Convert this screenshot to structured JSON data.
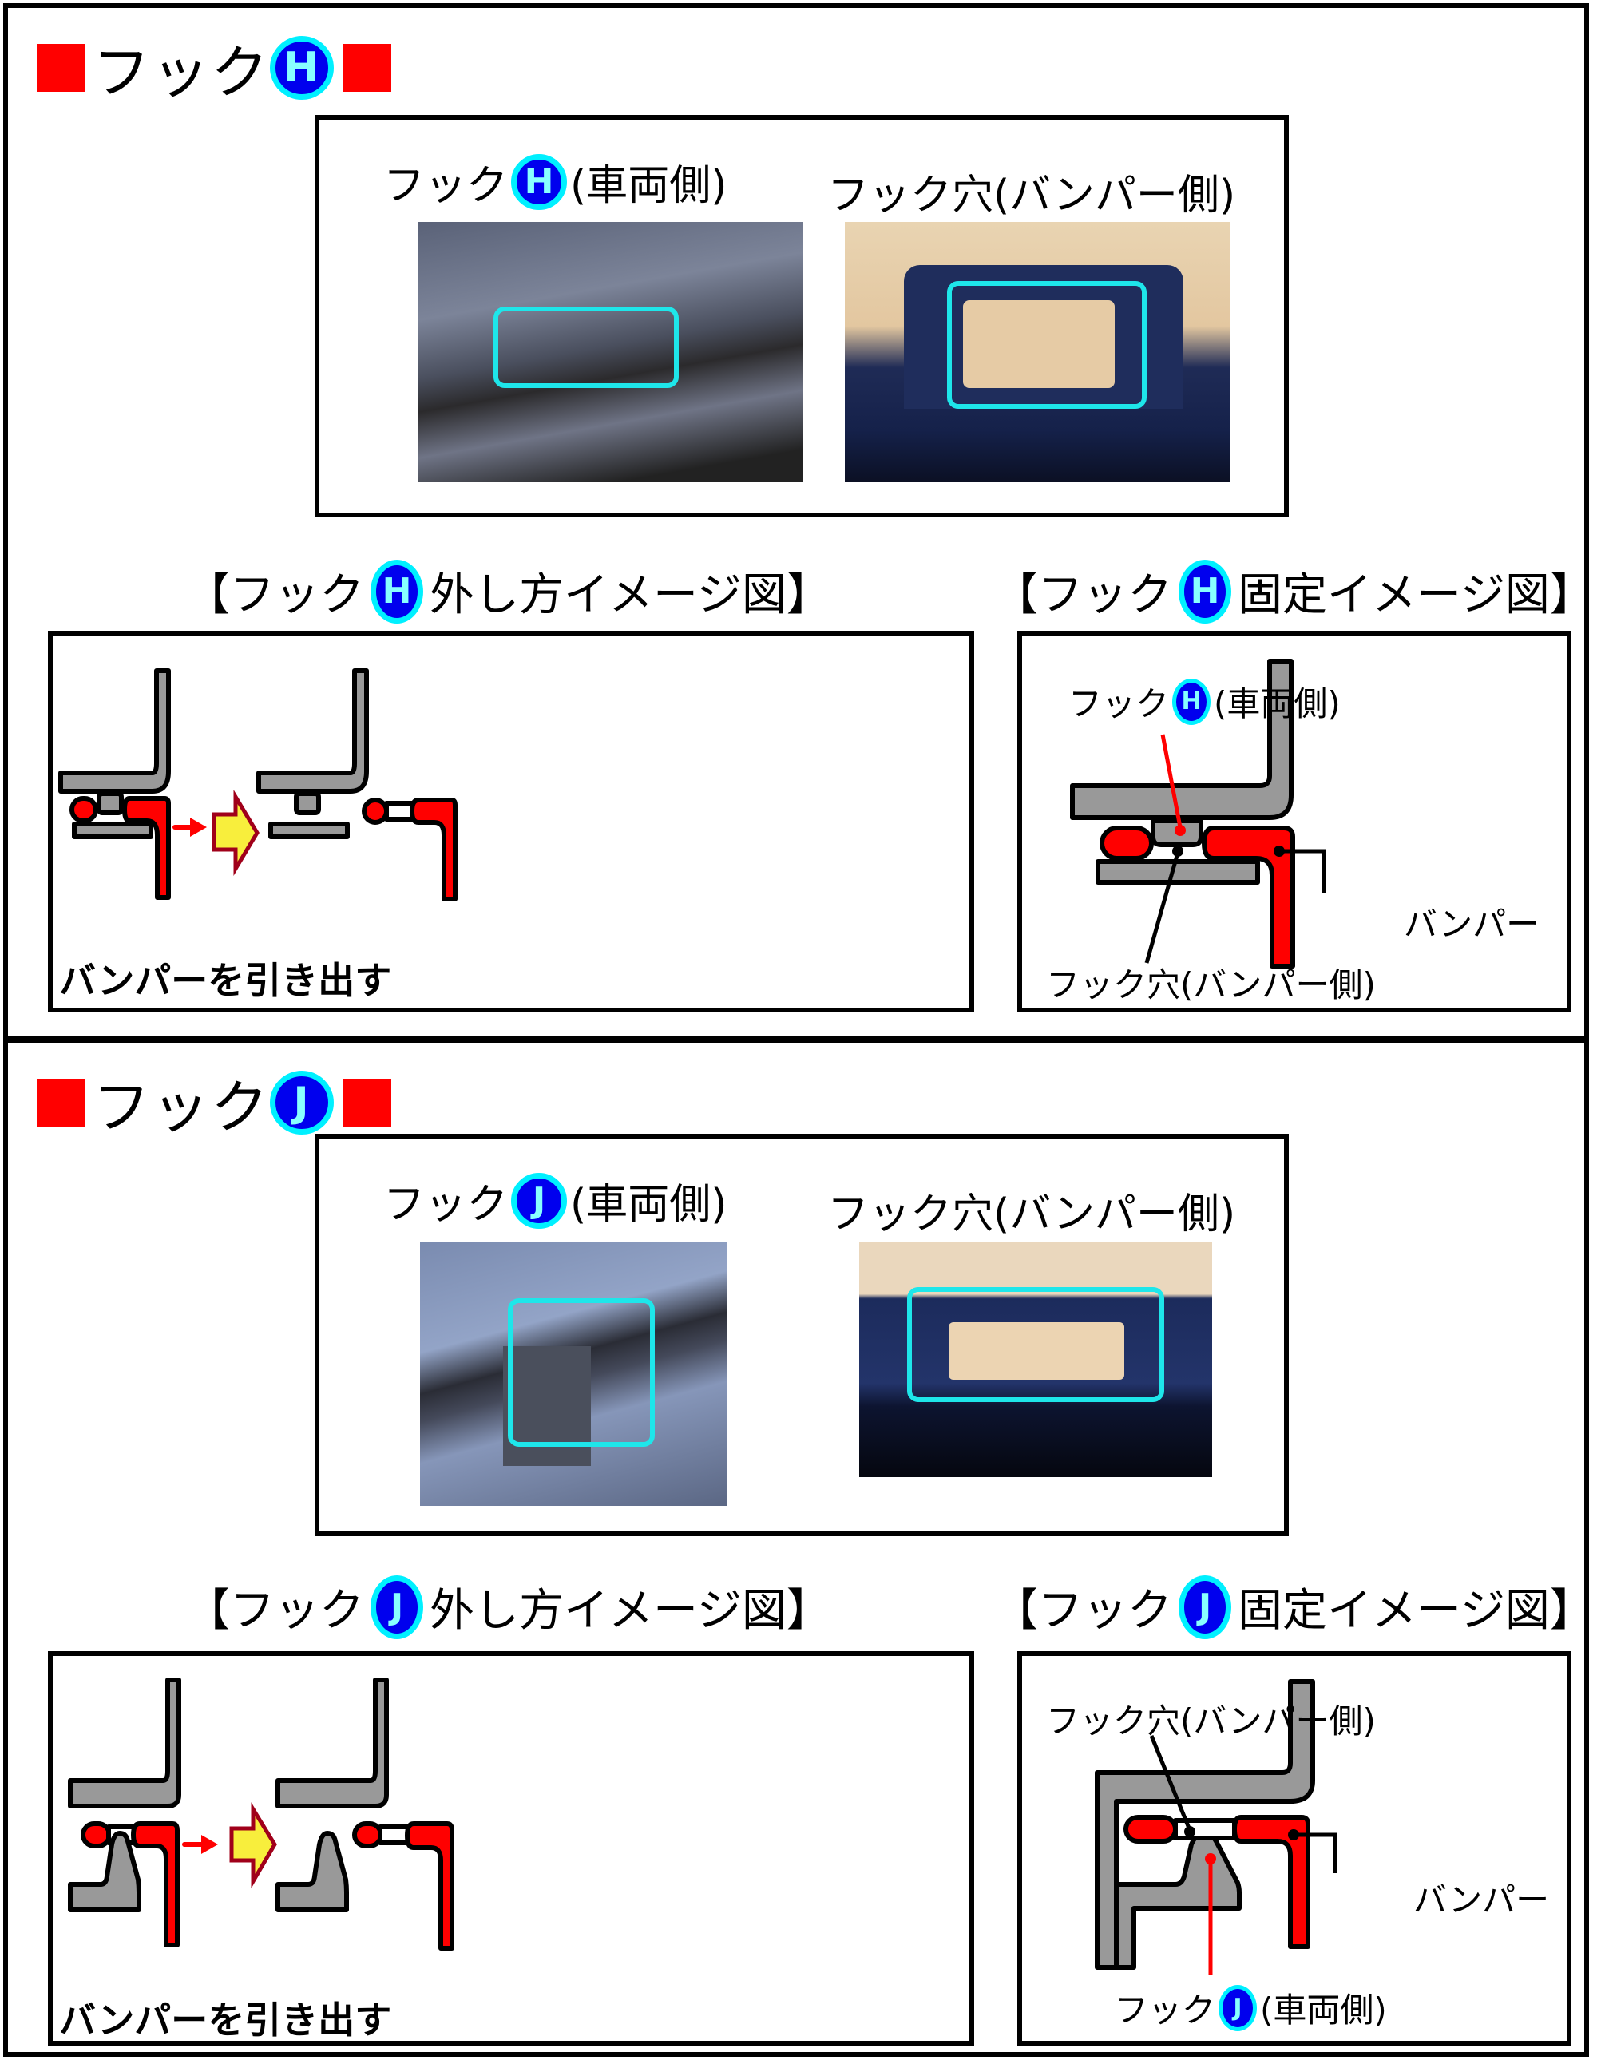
{
  "sections": [
    {
      "id": "H",
      "title": "フック",
      "badge": "H",
      "photos": {
        "vehicle_caption_prefix": "フック",
        "vehicle_caption_suffix": "(車両側)",
        "bumper_caption": "フック穴(バンパー側)"
      },
      "removal": {
        "heading_prefix": "【フック",
        "heading_suffix": "外し方イメージ図】",
        "instruction": "バンパーを引き出す"
      },
      "fixed": {
        "heading_prefix": "【フック",
        "heading_suffix": "固定イメージ図】",
        "hook_label_prefix": "フック",
        "hook_label_suffix": "(車両側)",
        "hole_label": "フック穴(バンパー側)",
        "bumper_label": "バンパー"
      }
    },
    {
      "id": "J",
      "title": "フック",
      "badge": "J",
      "photos": {
        "vehicle_caption_prefix": "フック",
        "vehicle_caption_suffix": "(車両側)",
        "bumper_caption": "フック穴(バンパー側)"
      },
      "removal": {
        "heading_prefix": "【フック",
        "heading_suffix": "外し方イメージ図】",
        "instruction": "バンパーを引き出す"
      },
      "fixed": {
        "heading_prefix": "【フック",
        "heading_suffix": "固定イメージ図】",
        "hook_label_prefix": "フック",
        "hook_label_suffix": "(車両側)",
        "hole_label": "フック穴(バンパー側)",
        "bumper_label": "バンパー"
      }
    }
  ],
  "colors": {
    "vehicle_part": "#999999",
    "bumper_part": "#ff0000",
    "highlight": "#1ee6ea",
    "badge_fill": "#0000ee",
    "badge_ring": "#00f0ff",
    "arrow_fill": "#f8ee3c",
    "arrow_stroke": "#a0001a"
  }
}
